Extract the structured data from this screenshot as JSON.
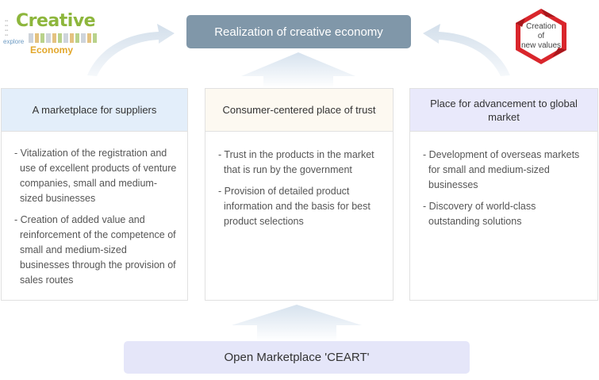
{
  "top_banner": {
    "title": "Realization of creative economy"
  },
  "logo": {
    "main": "Creative",
    "sub": "Economy",
    "small_word": "explore"
  },
  "badge": {
    "text": "Creation of new values",
    "line1": "Creation",
    "line2": "of",
    "line3": "new values"
  },
  "columns": [
    {
      "title": "A marketplace for suppliers",
      "items": [
        "- Vitalization of the registration and use of excellent products of venture companies, small and medium-sized businesses",
        "- Creation of added value and reinforcement of the competence of small and medium-sized businesses through the provision of sales routes"
      ]
    },
    {
      "title": "Consumer-centered place of trust",
      "items": [
        "- Trust in the products in the market that is run by the government",
        "- Provision of detailed product information and the basis for best product selections"
      ]
    },
    {
      "title": "Place for advancement to global market",
      "items": [
        "- Development of overseas markets for small and medium-sized businesses",
        "- Discovery of world-class outstanding solutions"
      ]
    }
  ],
  "bottom_banner": {
    "title": "Open Marketplace 'CEART'"
  },
  "colors": {
    "top_banner": "#8097a9",
    "arrow": "#dbe5ef",
    "bottom_banner": "#e5e6f9",
    "badge_red": "#d9262c"
  }
}
